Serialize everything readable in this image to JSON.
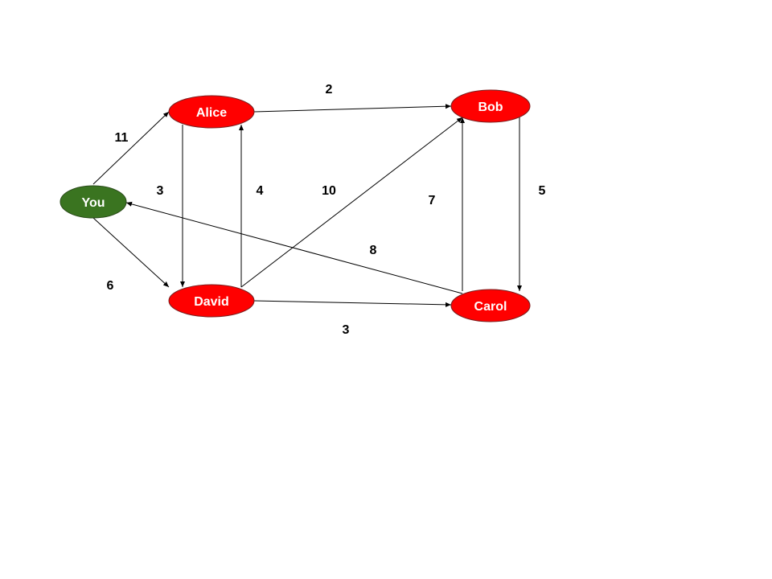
{
  "colors": {
    "source_node_fill": "#3a7420",
    "other_node_fill": "#ff0000",
    "node_stroke": "#7a1f1f",
    "source_node_stroke": "#2a4a1a",
    "edge": "#000000",
    "node_text": "#ffffff",
    "weight_text": "#000000"
  },
  "graph": {
    "directed": true,
    "nodes": [
      {
        "id": "you",
        "label": "You",
        "role": "source"
      },
      {
        "id": "alice",
        "label": "Alice",
        "role": "other"
      },
      {
        "id": "bob",
        "label": "Bob",
        "role": "other"
      },
      {
        "id": "david",
        "label": "David",
        "role": "other"
      },
      {
        "id": "carol",
        "label": "Carol",
        "role": "other"
      }
    ],
    "edges": [
      {
        "from": "you",
        "to": "alice",
        "weight": "11"
      },
      {
        "from": "you",
        "to": "david",
        "weight": "6"
      },
      {
        "from": "alice",
        "to": "david",
        "weight": "3"
      },
      {
        "from": "david",
        "to": "alice",
        "weight": "4"
      },
      {
        "from": "alice",
        "to": "bob",
        "weight": "2"
      },
      {
        "from": "david",
        "to": "bob",
        "weight": "10"
      },
      {
        "from": "carol",
        "to": "bob",
        "weight": "7"
      },
      {
        "from": "bob",
        "to": "carol",
        "weight": "5"
      },
      {
        "from": "carol",
        "to": "you",
        "weight": "8"
      },
      {
        "from": "david",
        "to": "carol",
        "weight": "3"
      }
    ]
  }
}
